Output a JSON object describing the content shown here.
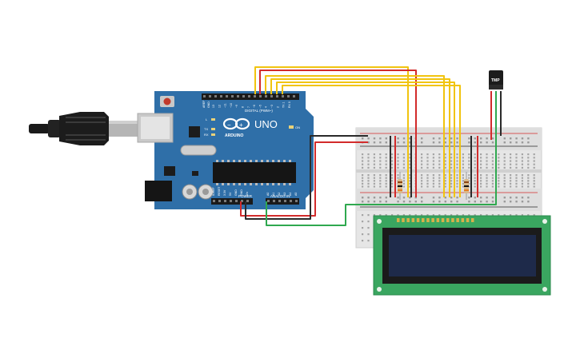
{
  "board": {
    "brand": "ARDUINO",
    "model": "UNO",
    "digital_label": "DIGITAL (PWM~)",
    "power_label": "POWER",
    "analog_label": "ANALOG IN",
    "led_on": "ON",
    "led_l": "L",
    "led_tx": "TX",
    "led_rx": "RX",
    "aref": "AREF",
    "gnd": "GND",
    "digital_pins": [
      "13",
      "12",
      "~11",
      "~10",
      "~9",
      "8",
      "7",
      "~6",
      "~5",
      "4",
      "~3",
      "2",
      "TX 1",
      "RX 0"
    ],
    "power_pins": [
      "IOREF",
      "RESET",
      "3.3V",
      "5V",
      "GND",
      "GND",
      "Vin"
    ],
    "analog_pins": [
      "A0",
      "A1",
      "A2",
      "A3",
      "A4",
      "A5"
    ]
  },
  "sensor": {
    "label": "TMP"
  },
  "colors": {
    "board": "#2f6fa8",
    "wire_yellow": "#f1c40f",
    "wire_red": "#d22b2b",
    "wire_black": "#2a2a2a",
    "wire_green": "#2fa84f",
    "lcd_pcb": "#3aa660",
    "lcd_screen": "#1e2a4a",
    "breadboard": "#e6e6e6"
  }
}
